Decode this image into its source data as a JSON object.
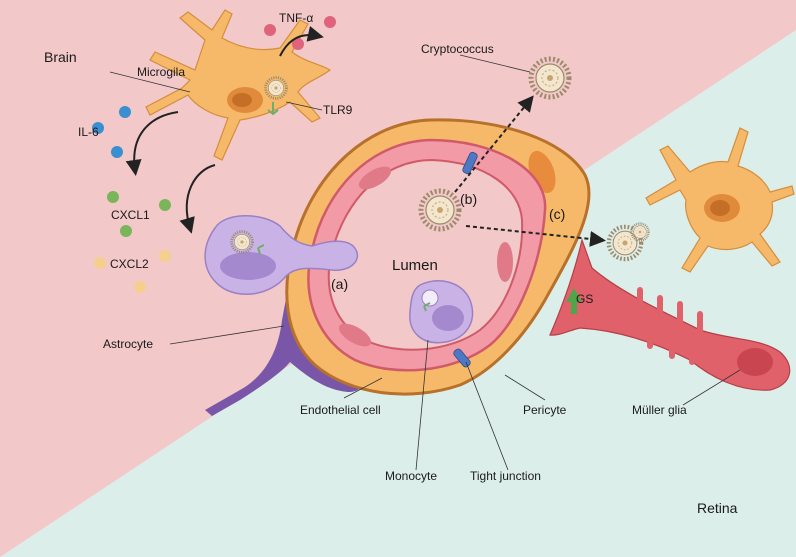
{
  "regions": {
    "brain": "Brain",
    "retina": "Retina"
  },
  "labels": {
    "tnf": "TNF-α",
    "microglia": "Microgila",
    "tlr9": "TLR9",
    "il6": "IL-6",
    "cxcl1": "CXCL1",
    "cxcl2": "CXCL2",
    "astrocyte": "Astrocyte",
    "cryptococcus": "Cryptococcus",
    "lumen": "Lumen",
    "route_a": "(a)",
    "route_b": "(b)",
    "route_c": "(c)",
    "gs": "GS",
    "endothelial": "Endothelial cell",
    "pericyte": "Pericyte",
    "muller": "Müller glia",
    "monocyte": "Monocyte",
    "tight_junction": "Tight junction"
  },
  "colors": {
    "brain_bg": "#f2c8c8",
    "retina_bg": "#dceee9",
    "microglia": "#f6b96a",
    "astrocyte": "#7a56a8",
    "monocyte": "#c9b3e6",
    "endothelial": "#f29aa6",
    "pericyte": "#f6b96a",
    "muller": "#e0616a",
    "tight_junction": "#4f78c4",
    "tnf": "#e0637c",
    "il6": "#3a8fd0",
    "cxcl1": "#7ab55a",
    "cxcl2": "#f5cf8e"
  }
}
